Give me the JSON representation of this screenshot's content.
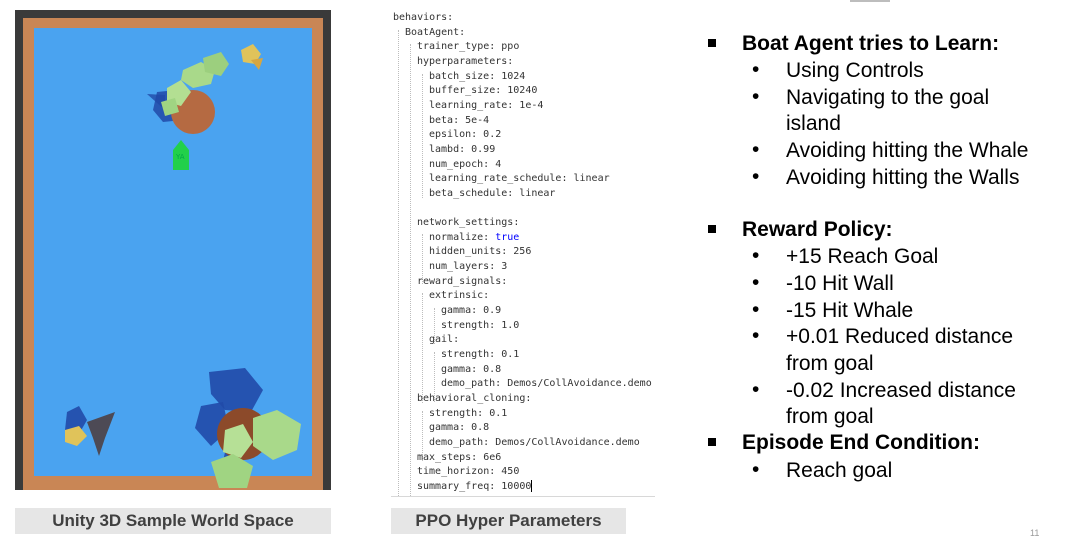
{
  "captions": {
    "game": "Unity 3D Sample World Space",
    "config": "PPO Hyper Parameters"
  },
  "yaml_lines": [
    "behaviors:",
    "BoatAgent:",
    "trainer_type: ppo",
    "hyperparameters:",
    "batch_size: 1024",
    "buffer_size: 10240",
    "learning_rate: 1e-4",
    "beta: 5e-4",
    "epsilon: 0.2",
    "lambd: 0.99",
    "num_epoch: 4",
    "learning_rate_schedule: linear",
    "beta_schedule: linear",
    "",
    "network_settings:",
    "normalize: ",
    "hidden_units: 256",
    "num_layers: 3",
    "reward_signals:",
    "extrinsic:",
    "gamma: 0.9",
    "strength: 1.0",
    "gail:",
    "strength: 0.1",
    "gamma: 0.8",
    "demo_path: Demos/CollAvoidance.demo",
    "behavioral_cloning:",
    "strength: 0.1",
    "gamma: 0.8",
    "demo_path: Demos/CollAvoidance.demo",
    "max_steps: 6e6",
    "time_horizon: 450",
    "summary_freq: 10000"
  ],
  "yaml_keyword": "true",
  "bullets": {
    "agent": {
      "heading": "Boat Agent tries to Learn:",
      "items": [
        "Using Controls",
        "Navigating to the goal",
        "island",
        "Avoiding hitting the Whale",
        "Avoiding hitting the Walls"
      ]
    },
    "reward": {
      "heading": "Reward Policy:",
      "items": [
        "+15 Reach Goal",
        "-10 Hit Wall",
        "-15 Hit Whale",
        "+0.01 Reduced distance",
        "from goal",
        "-0.02 Increased distance",
        "from goal"
      ]
    },
    "episode": {
      "heading": "Episode End Condition:",
      "items": [
        "Reach goal"
      ]
    }
  },
  "bullet_glyph": "•",
  "slide_number": "11",
  "colors": {
    "water": "#4aa3f0",
    "wall": "#c98655",
    "boat": "#22d04a",
    "island": "#b56a42",
    "tree": "#a9d98a",
    "shadow": "#214aa8",
    "keyword": "#0000ff"
  }
}
